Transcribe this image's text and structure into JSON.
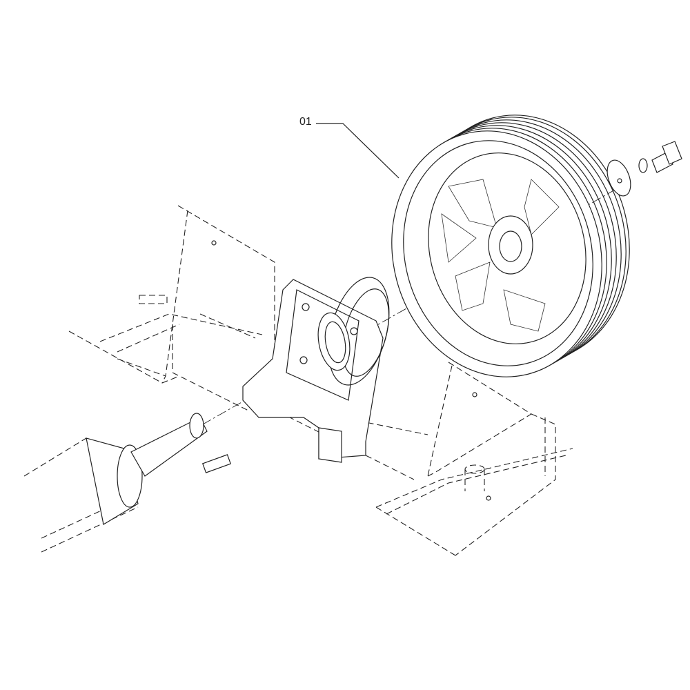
{
  "diagram": {
    "callouts": [
      {
        "id": "01",
        "label": "01",
        "part": "pulley"
      }
    ]
  }
}
